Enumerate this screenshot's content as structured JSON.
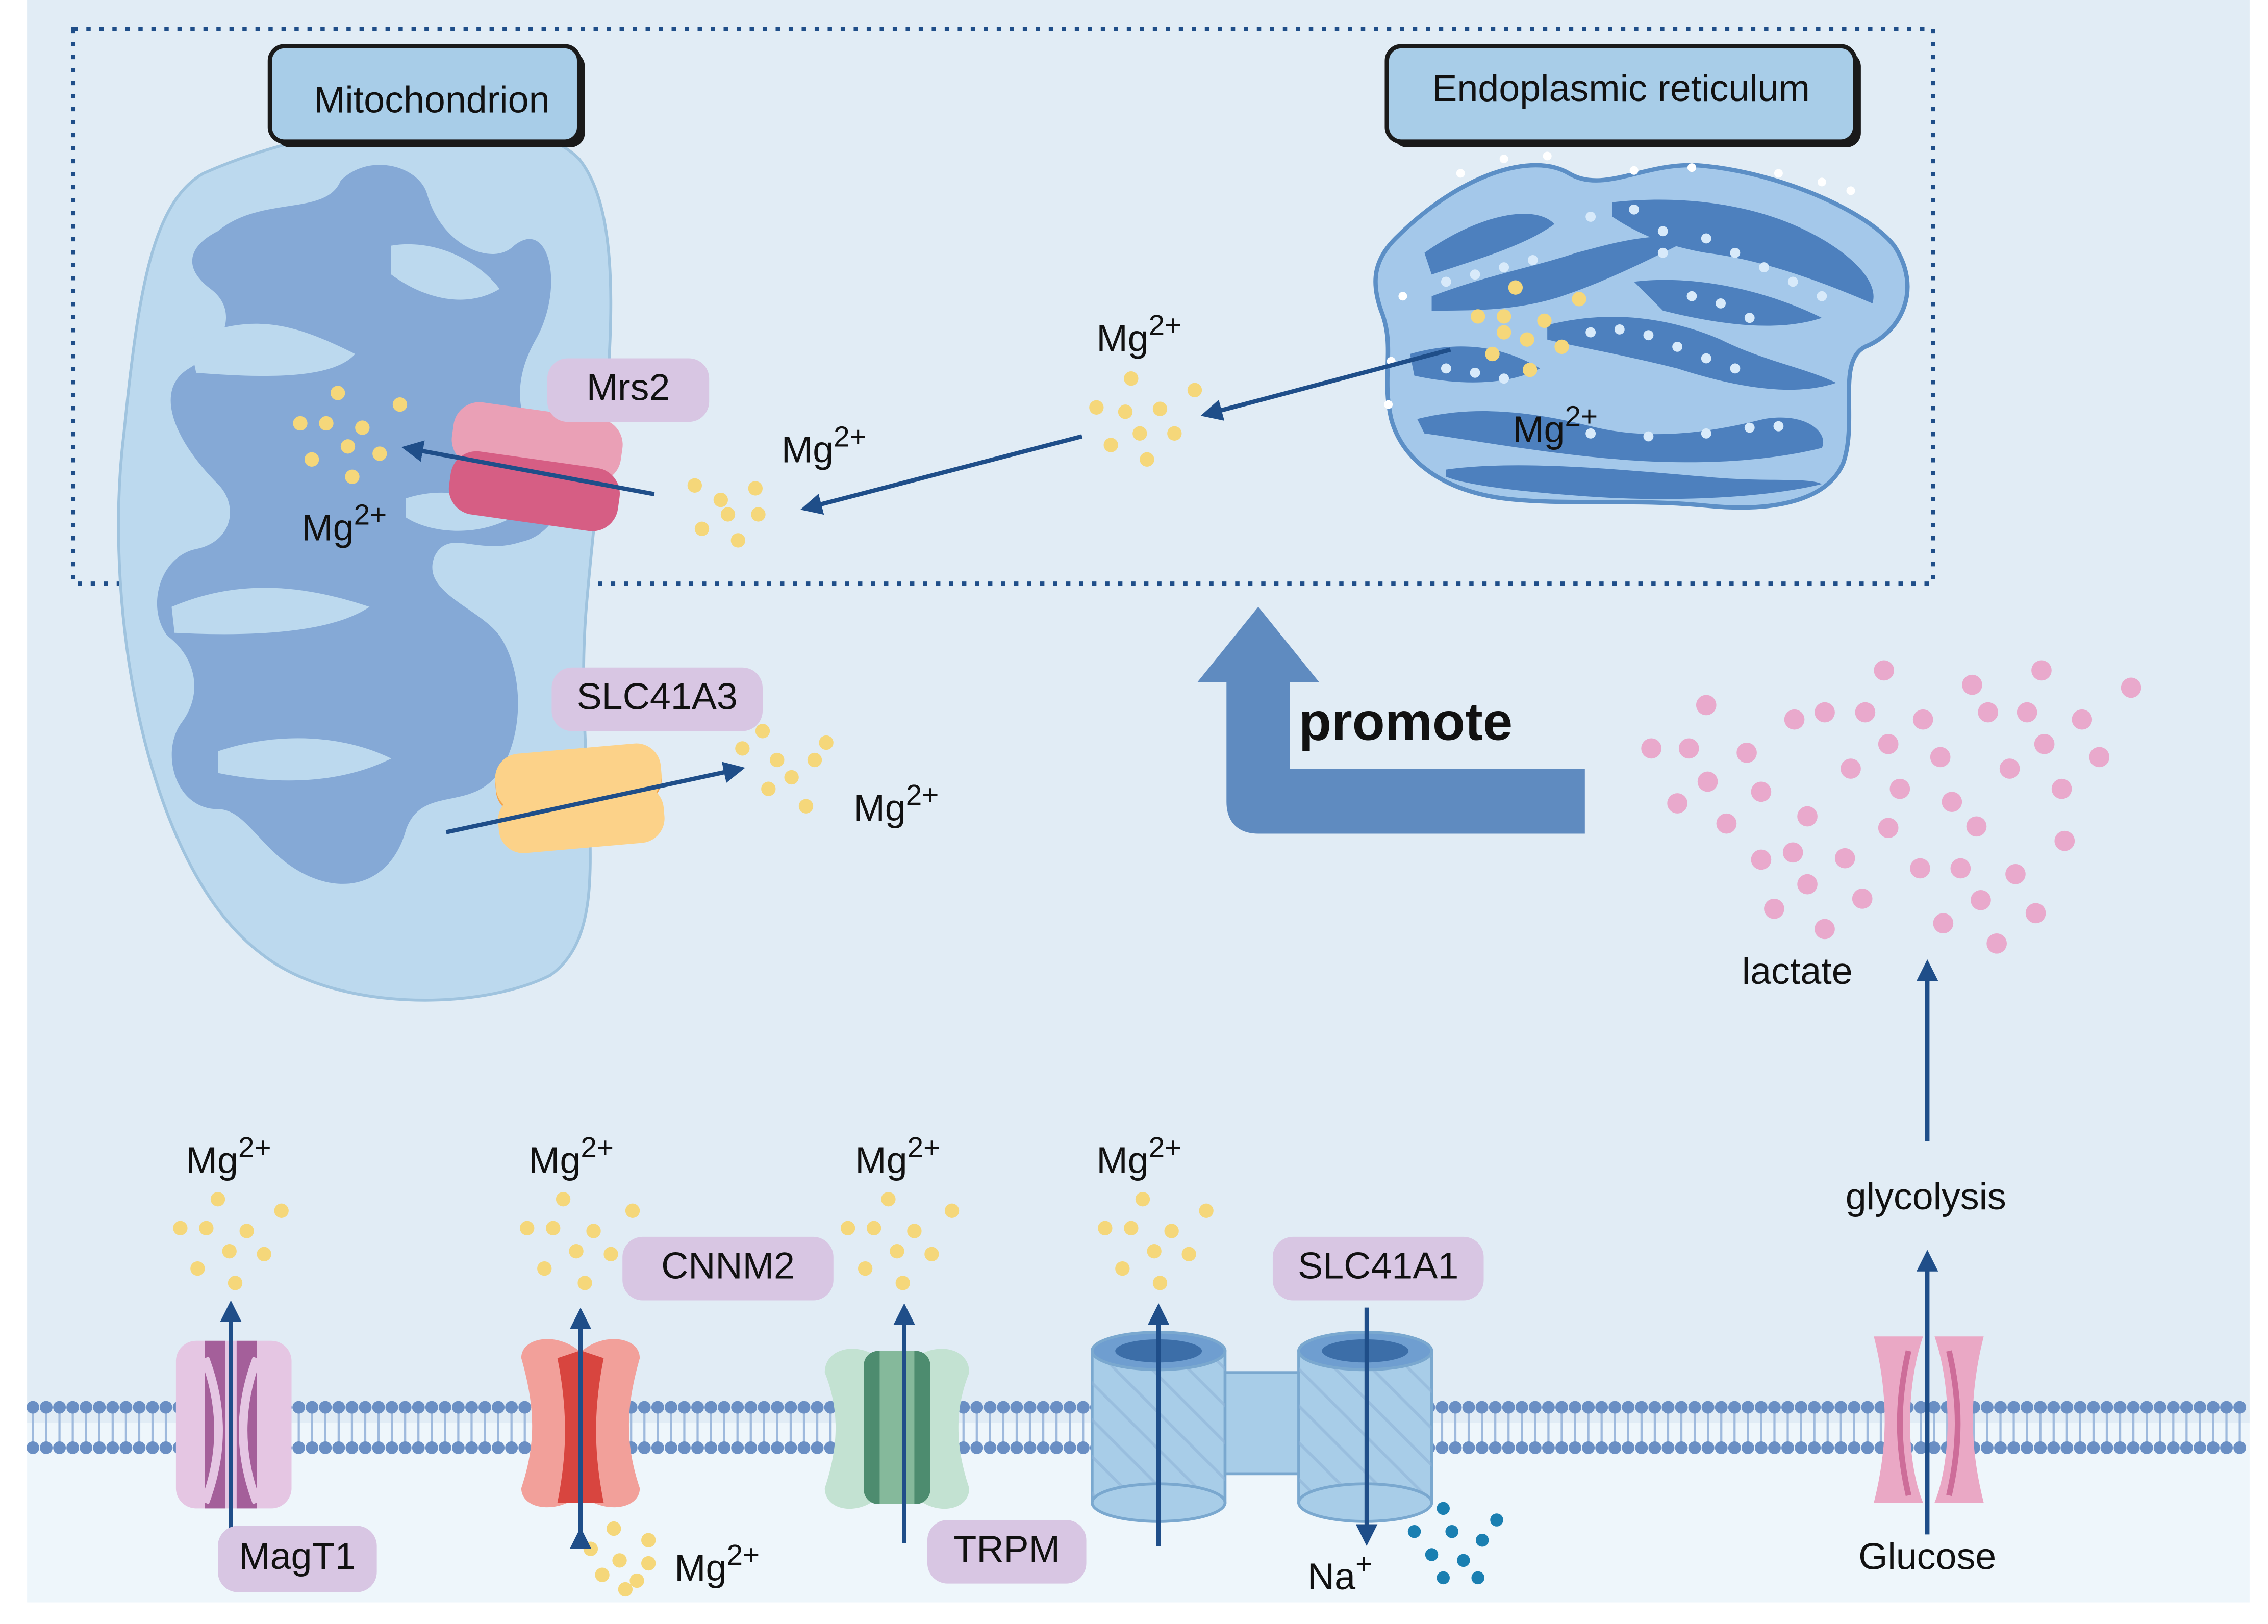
{
  "organelles": {
    "mitochondrion": "Mitochondrion",
    "er": "Endoplasmic reticulum"
  },
  "transporters": {
    "mrs2": "Mrs2",
    "slc41a3": "SLC41A3",
    "cnnm2": "CNNM2",
    "slc41a1": "SLC41A1",
    "magt1": "MagT1",
    "trpm": "TRPM"
  },
  "ion": {
    "mg_base": "Mg",
    "mg_charge": "2+",
    "na_base": "Na",
    "na_charge": "+"
  },
  "metabolism": {
    "lactate": "lactate",
    "glycolysis": "glycolysis",
    "glucose": "Glucose"
  },
  "promote_label": "promote",
  "colors": {
    "cytoplasm": "#e1ecf5",
    "extracellular": "#eef6fb",
    "membrane_head": "#6a8fc4",
    "arrow": "#1f4e89",
    "mg_dot": "#f5d77a",
    "lactate_dot": "#e9a9cc",
    "na_dot": "#1a7fb1",
    "label_box": "#d8c6e3",
    "promote_arrow": "#5f8bc0"
  }
}
